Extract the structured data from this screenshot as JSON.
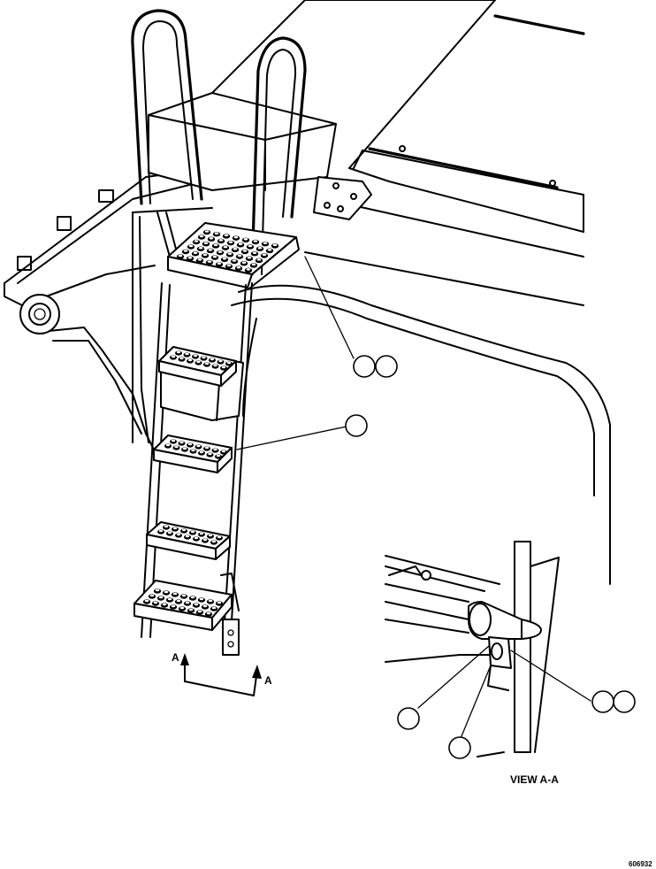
{
  "section_marker": {
    "left": "A",
    "right": "A"
  },
  "view_label": "VIEW A-A",
  "figure_number": "606932",
  "callouts": [
    {
      "id": "c1",
      "text": ""
    },
    {
      "id": "c2",
      "text": ""
    },
    {
      "id": "c3",
      "text": ""
    },
    {
      "id": "c4",
      "text": ""
    },
    {
      "id": "c5",
      "text": ""
    },
    {
      "id": "c6",
      "text": ""
    },
    {
      "id": "c7",
      "text": ""
    }
  ]
}
